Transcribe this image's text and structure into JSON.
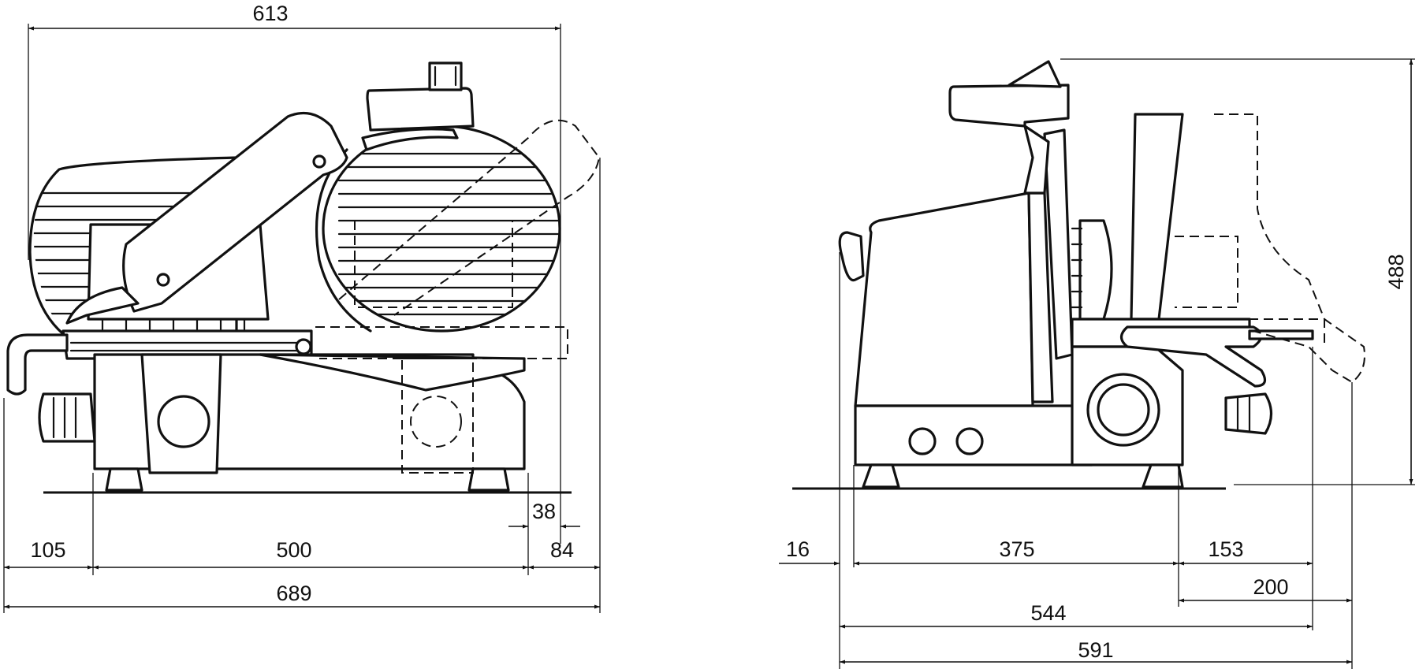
{
  "views": [
    {
      "name": "front-view",
      "dimensions": [
        {
          "id": "overall-top-width",
          "label": "613"
        },
        {
          "id": "left-overhang",
          "label": "105"
        },
        {
          "id": "base-width",
          "label": "500"
        },
        {
          "id": "right-offset",
          "label": "38"
        },
        {
          "id": "right-overhang",
          "label": "84"
        },
        {
          "id": "overall-width",
          "label": "689"
        }
      ]
    },
    {
      "name": "side-view",
      "dimensions": [
        {
          "id": "height",
          "label": "488"
        },
        {
          "id": "knob-offset",
          "label": "16"
        },
        {
          "id": "base-depth",
          "label": "375"
        },
        {
          "id": "carriage-depth",
          "label": "153"
        },
        {
          "id": "carriage-extended",
          "label": "200"
        },
        {
          "id": "overall-depth",
          "label": "544"
        },
        {
          "id": "overall-depth-extended",
          "label": "591"
        }
      ]
    }
  ],
  "colors": {
    "line": "#111111",
    "background": "#ffffff"
  }
}
